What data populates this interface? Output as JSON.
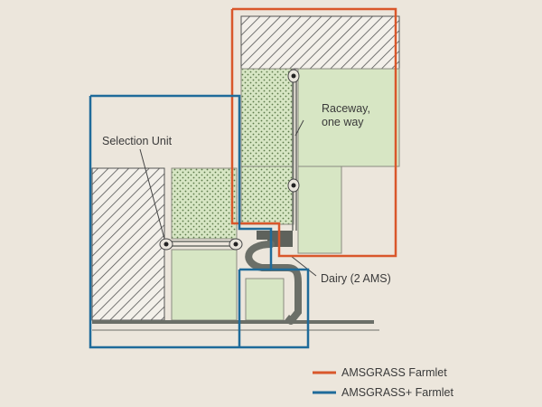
{
  "labels": {
    "raceway_line1": "Raceway,",
    "raceway_line2": "one way",
    "selection_unit": "Selection Unit",
    "dairy": "Dairy (2 AMS)"
  },
  "legend": [
    {
      "label": "AMSGRASS Farmlet",
      "color": "#d9572b"
    },
    {
      "label": "AMSGRASS+ Farmlet",
      "color": "#1f6b9a"
    }
  ],
  "colors": {
    "background": "#ece6dc",
    "paddock": "#d7e6c4",
    "hatch_stroke": "#555555",
    "dotted_fill": "#d7e6c4",
    "path_grey": "#6b6f68",
    "orange": "#d9572b",
    "blue": "#1f6b9a"
  }
}
